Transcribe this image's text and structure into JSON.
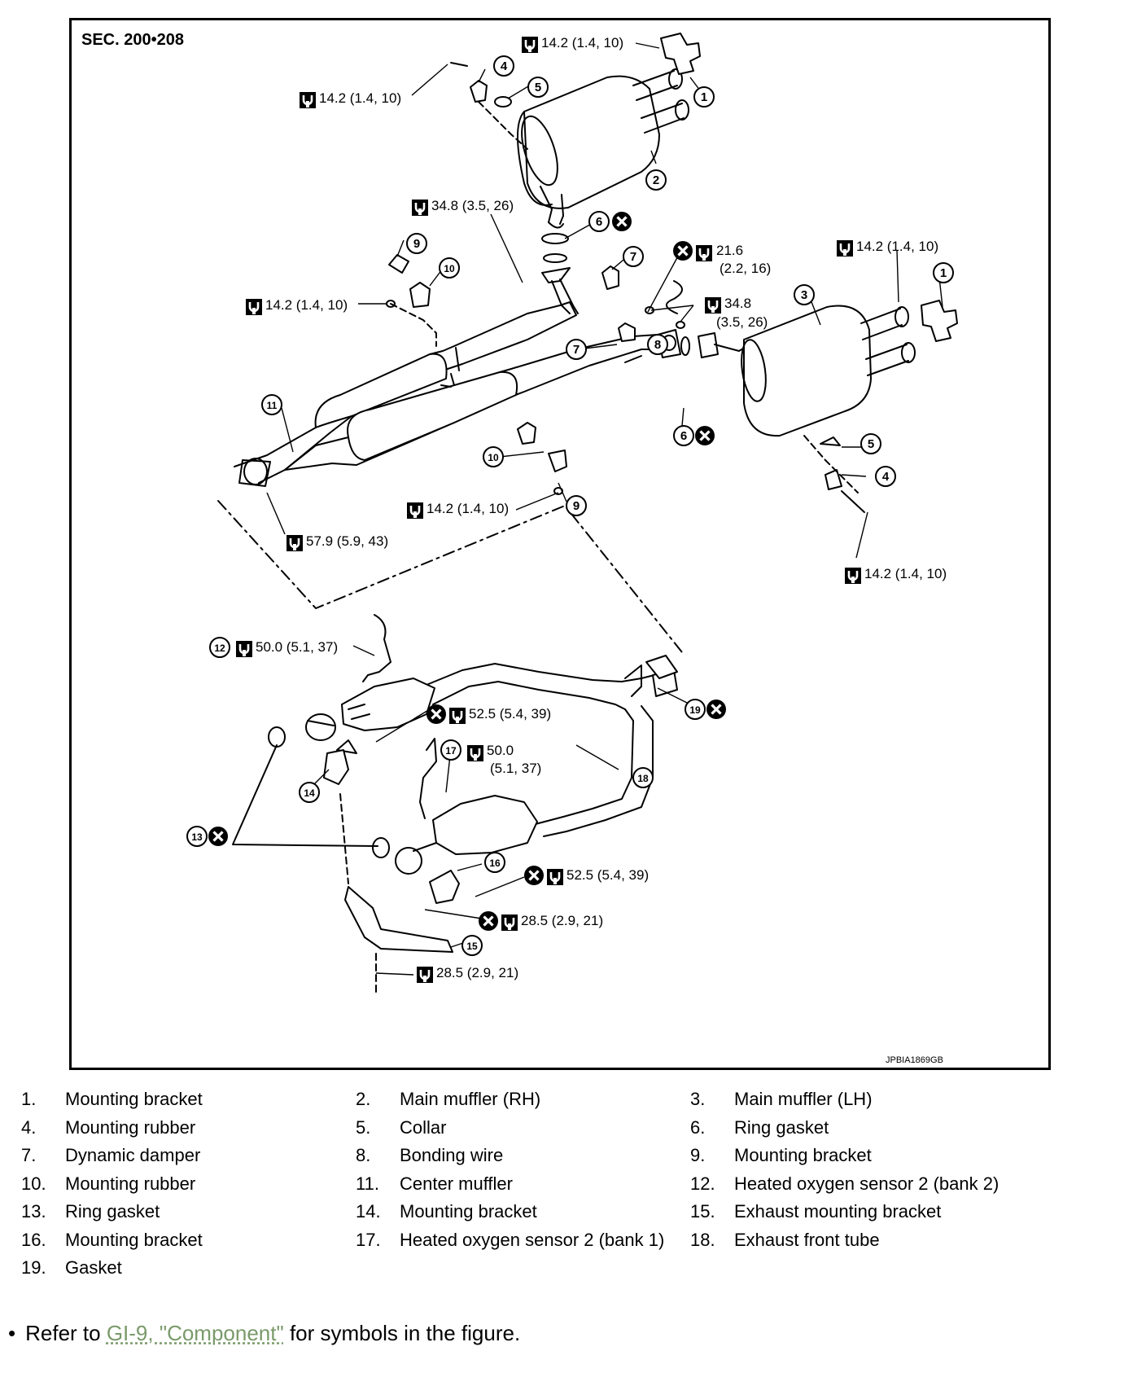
{
  "figure": {
    "section": "SEC. 200•208",
    "ref_code": "JPBIA1869GB",
    "callouts": [
      "1",
      "2",
      "3",
      "4",
      "5",
      "6",
      "7",
      "8",
      "9",
      "10",
      "11",
      "12",
      "13",
      "14",
      "15",
      "16",
      "17",
      "18",
      "19"
    ],
    "torques": {
      "t_top_bracket": "14.2 (1.4, 10)",
      "t_top_bolt": "14.2 (1.4, 10)",
      "t_tube_nut": "34.8 (3.5, 26)",
      "t_damper_a": "21.6",
      "t_damper_b": "(2.2, 16)",
      "t_left_bracket": "14.2 (1.4, 10)",
      "t_right_bracket": "14.2 (1.4, 10)",
      "t_bond_a": "34.8",
      "t_bond_b": "(3.5, 26)",
      "t_mid_bracket": "14.2 (1.4, 10)",
      "t_front_nut": "57.9 (5.9, 43)",
      "t_lower_right": "14.2 (1.4, 10)",
      "t_sensor_b2": "50.0 (5.1, 37)",
      "t_cat_nut": "52.5 (5.4, 39)",
      "t_sensor_b1_a": "50.0",
      "t_sensor_b1_b": "(5.1, 37)",
      "t_bracket16": "52.5 (5.4, 39)",
      "t_bracket15": "28.5 (2.9, 21)",
      "t_bottom": "28.5 (2.9, 21)"
    }
  },
  "legend": [
    {
      "num": "1.",
      "label": "Mounting bracket"
    },
    {
      "num": "2.",
      "label": "Main muffler (RH)"
    },
    {
      "num": "3.",
      "label": "Main muffler (LH)"
    },
    {
      "num": "4.",
      "label": "Mounting rubber"
    },
    {
      "num": "5.",
      "label": "Collar"
    },
    {
      "num": "6.",
      "label": "Ring gasket"
    },
    {
      "num": "7.",
      "label": "Dynamic damper"
    },
    {
      "num": "8.",
      "label": "Bonding wire"
    },
    {
      "num": "9.",
      "label": "Mounting bracket"
    },
    {
      "num": "10.",
      "label": "Mounting rubber"
    },
    {
      "num": "11.",
      "label": "Center muffler"
    },
    {
      "num": "12.",
      "label": "Heated oxygen sensor 2 (bank 2)"
    },
    {
      "num": "13.",
      "label": "Ring gasket"
    },
    {
      "num": "14.",
      "label": "Mounting bracket"
    },
    {
      "num": "15.",
      "label": "Exhaust mounting bracket"
    },
    {
      "num": "16.",
      "label": "Mounting bracket"
    },
    {
      "num": "17.",
      "label": "Heated oxygen sensor 2 (bank 1)"
    },
    {
      "num": "18.",
      "label": "Exhaust front tube"
    },
    {
      "num": "19.",
      "label": "Gasket"
    }
  ],
  "note": {
    "bullet": "•",
    "prefix": "Refer to ",
    "link": "GI-9, \"Component\"",
    "suffix": " for symbols in the figure."
  }
}
